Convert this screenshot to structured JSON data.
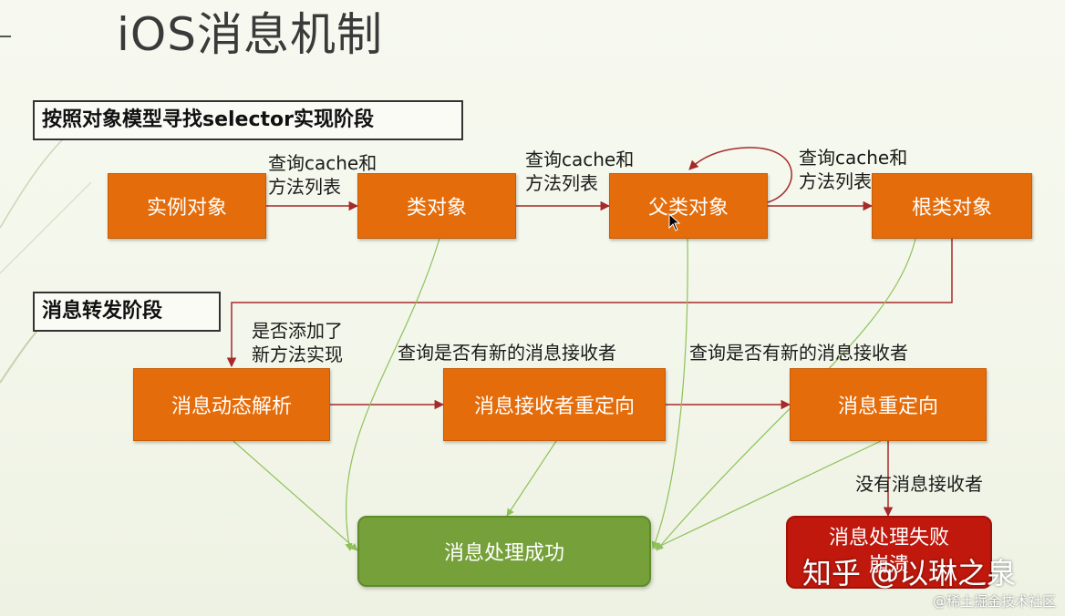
{
  "title": "iOS消息机制",
  "sections": {
    "lookup": "按照对象模型寻找selector实现阶段",
    "forwarding": "消息转发阶段"
  },
  "nodes": {
    "instance": "实例对象",
    "class": "类对象",
    "superclass": "父类对象",
    "root": "根类对象",
    "dynamic_resolution": "消息动态解析",
    "receiver_redirect": "消息接收者重定向",
    "message_redirect": "消息重定向",
    "success": "消息处理成功",
    "failure_line1": "消息处理失败",
    "failure_line2": "崩溃"
  },
  "edge_labels": {
    "instance_to_class": "查询cache和\n方法列表",
    "class_to_super": "查询cache和\n方法列表",
    "super_to_root": "查询cache和\n方法列表",
    "resolution_check": "是否添加了\n新方法实现",
    "query_receiver_1": "查询是否有新的消息接收者",
    "query_receiver_2": "查询是否有新的消息接收者",
    "no_receiver": "没有消息接收者"
  },
  "watermark": "知乎 @以琳之泉",
  "source_tag": "@稀土掘金技术社区",
  "colors": {
    "box_orange": "#e46c0a",
    "box_green": "#76a03a",
    "box_red": "#c0180c",
    "arrow_dark": "#a52a2a",
    "arrow_green": "#9ccc65"
  }
}
